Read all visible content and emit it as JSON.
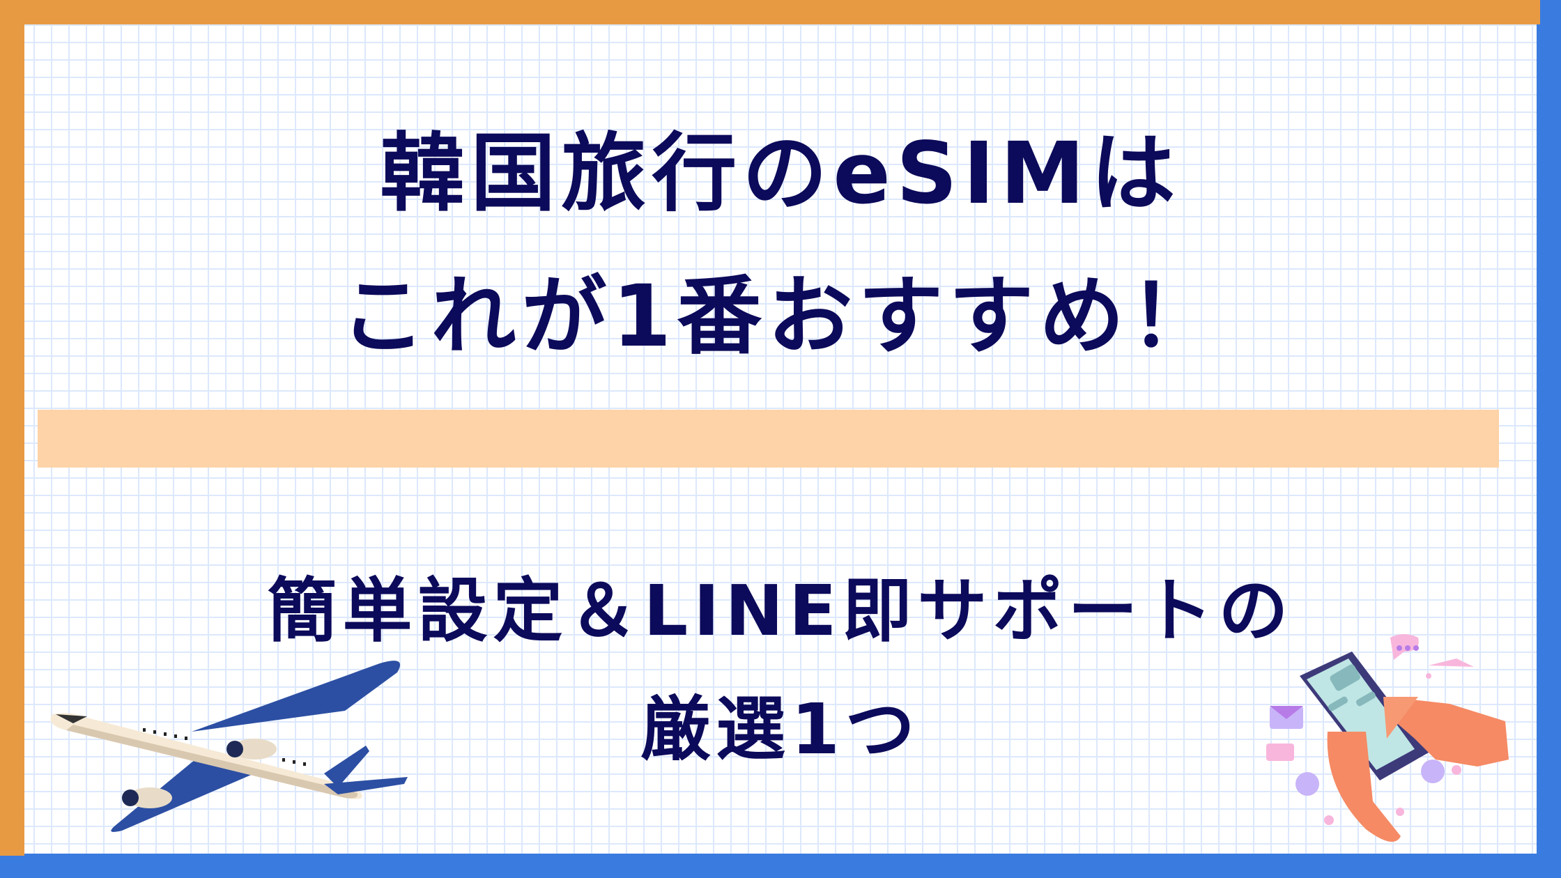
{
  "headline": {
    "line1": "韓国旅行のeSIMは",
    "line2": "これが1番おすすめ！"
  },
  "subheadline": {
    "line1": "簡単設定＆LINE即サポートの",
    "line2": "厳選1つ"
  },
  "colors": {
    "text": "#0c0a5a",
    "band": "#fdd3a7",
    "border_orange": "#e89a42",
    "border_blue": "#3a7be0",
    "grid": "#dce8fc"
  },
  "illustrations": [
    "airplane-icon",
    "hands-smartphone-icon"
  ]
}
